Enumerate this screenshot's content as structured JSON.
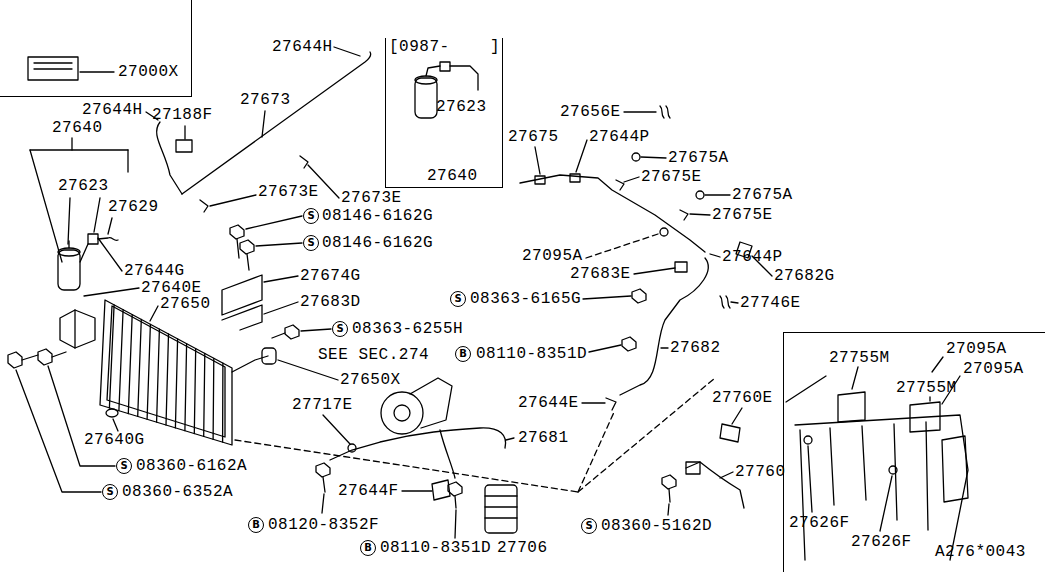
{
  "diagram": {
    "nodes": [
      {
        "text": [
          "27000X"
        ]
      },
      {
        "text": [
          "[0987-    ]",
          "27623",
          "27640"
        ]
      },
      {
        "text": [
          "S"
        ]
      },
      {
        "text": [
          "S"
        ]
      },
      {
        "text": [
          "S"
        ]
      },
      {
        "text": [
          "S"
        ]
      },
      {
        "text": [
          "B"
        ]
      },
      {
        "text": [
          "S"
        ]
      },
      {
        "text": [
          "S"
        ]
      },
      {
        "text": [
          "B"
        ]
      },
      {
        "text": [
          "S"
        ]
      },
      {
        "text": [
          "B"
        ]
      },
      {
        "text": [
          "27755M",
          "27095A",
          "27755M",
          "27095A",
          "27626F",
          "27626F"
        ]
      }
    ],
    "labels": [
      "27644H",
      "27644H",
      "27188F",
      "27673",
      "27640",
      "27623",
      "27629",
      "27673E",
      "27673E",
      "08146-6162G",
      "08146-6162G",
      "27644G",
      "27640E",
      "27650",
      "27674G",
      "27683D",
      "08363-6255H",
      "SEE SEC.274",
      "27650X",
      "27640G",
      "27717E",
      "27681",
      "08360-6162A",
      "08360-6352A",
      "27644F",
      "08120-8352F",
      "08110-8351D",
      "27706",
      "27656E",
      "27675",
      "27644P",
      "27675A",
      "27675E",
      "27675A",
      "27675E",
      "27095A",
      "27644P",
      "27683E",
      "27682G",
      "08363-6165G",
      "27746E",
      "08110-8351D",
      "27682",
      "27644E",
      "27760E",
      "27760",
      "08360-5162D",
      "A276*0043"
    ]
  }
}
